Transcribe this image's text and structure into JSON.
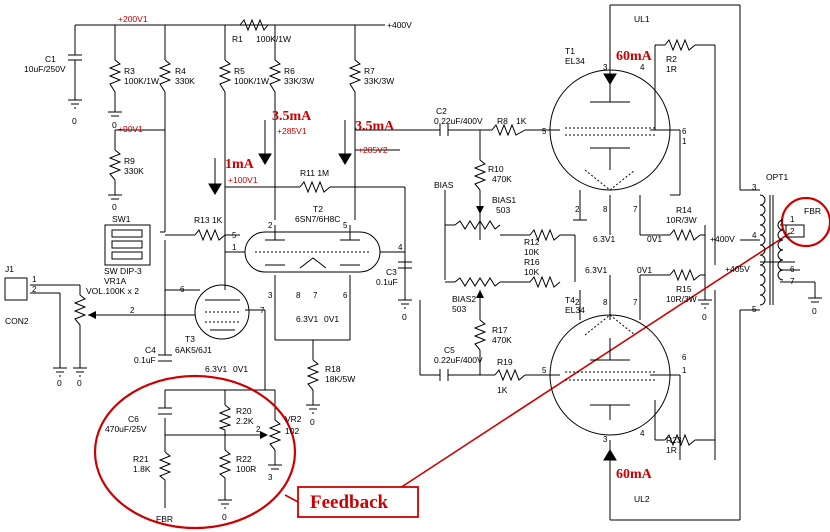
{
  "nets": {
    "v200": "+200V1",
    "v400": "+400V",
    "v90": "+90V1",
    "v285a": "+285V1",
    "v285b": "+285V2",
    "v100": "+100V1",
    "v400b": "+400V",
    "v405": "+405V",
    "v63a": "6.3V1",
    "v63b": "6.3V1",
    "v63c": "6.3V1",
    "v63d": "6.3V1",
    "v0a": "0V1",
    "v0b": "0V1",
    "v0c": "0V1",
    "v0d": "0V1",
    "bias": "BIAS",
    "fbr_out": "FBR",
    "fbr_in": "FBR"
  },
  "components": {
    "c1_ref": "C1",
    "c1_val": "10uF/250V",
    "r1_ref": "R1",
    "r1_val": "100K/1W",
    "r3_ref": "R3",
    "r3_val": "100K/1W",
    "r4_ref": "R4",
    "r4_val": "330K",
    "r5_ref": "R5",
    "r5_val": "100K/1W",
    "r6_ref": "R6",
    "r6_val": "33K/3W",
    "r7_ref": "R7",
    "r7_val": "33K/3W",
    "r9_ref": "R9",
    "r9_val": "330K",
    "r11_ref": "R11 1M",
    "r13_ref": "R13 1K",
    "t2_ref": "T2",
    "t2_val": "6SN7/6H8C",
    "sw1_ref": "SW1",
    "sw1_val": "SW DIP-3",
    "vr1_ref": "VR1A",
    "vr1_val": "VOL.100K x 2",
    "j1_ref": "J1",
    "j1_val": "CON2",
    "t3_ref": "T3",
    "t3_val": "6AK5/6J1",
    "c4_ref": "C4",
    "c4_val": "0.1uF",
    "c3_ref": "C3",
    "c3_val": "0.1uF",
    "r18_ref": "R18",
    "r18_val": "18K/5W",
    "c2_ref": "C2",
    "c2_val": "0.22uF/400V",
    "r8_ref": "R8",
    "r8_val": "1K",
    "r10_ref": "R10",
    "r10_val": "470K",
    "bias1_ref": "BIAS1",
    "bias1_val": "503",
    "bias2_ref": "BIAS2",
    "bias2_val": "503",
    "r12_ref": "R12",
    "r12_val": "10K",
    "r16_ref": "R16",
    "r16_val": "10K",
    "r17_ref": "R17",
    "r17_val": "470K",
    "c5_ref": "C5",
    "c5_val": "0.22uF/400V",
    "r19_ref": "R19",
    "r19_val": "1K",
    "t1_ref": "T1",
    "t1_val": "EL34",
    "t4_ref": "T4",
    "t4_val": "EL34",
    "r2_ref": "R2",
    "r2_val": "1R",
    "r14_ref": "R14",
    "r14_val": "10R/3W",
    "r15_ref": "R15",
    "r15_val": "10R/3W",
    "r23_ref": "R23",
    "r23_val": "1R",
    "opt1_ref": "OPT1",
    "ul1": "UL1",
    "ul2": "UL2",
    "c6_ref": "C6",
    "c6_val": "470uF/25V",
    "r20_ref": "R20",
    "r20_val": "2.2K",
    "r21_ref": "R21",
    "r21_val": "1.8K",
    "r22_ref": "R22",
    "r22_val": "100R",
    "vr2_ref": "VR2",
    "vr2_val": "102"
  },
  "annotations": {
    "i1": "60mA",
    "i2": "60mA",
    "i3": "3.5mA",
    "i4": "3.5mA",
    "i5": "1mA",
    "feedback": "Feedback"
  },
  "ground_label": "0",
  "pins": {
    "p1": "1",
    "p2": "2",
    "p3": "3",
    "p4": "4",
    "p5": "5",
    "p6": "6",
    "p7": "7",
    "p8": "8"
  }
}
